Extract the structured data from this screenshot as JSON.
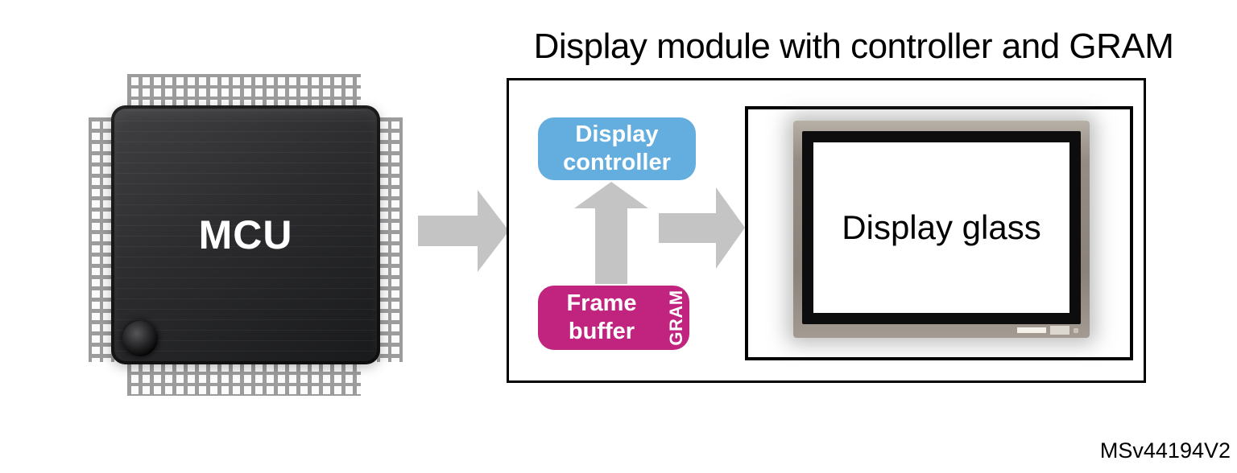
{
  "title": "Display module with controller and GRAM",
  "mcu": {
    "label": "MCU"
  },
  "module": {
    "controller_label": "Display controller",
    "frame_buffer_label": "Frame buffer",
    "gram_label": "GRAM",
    "display_glass_label": "Display glass"
  },
  "footer": {
    "reference": "MSv44194V2"
  },
  "icons": {
    "mcu_to_module": "arrow-right",
    "buffer_to_controller": "arrow-up",
    "module_to_glass": "arrow-right"
  },
  "colors": {
    "arrow_gray": "#c4c4c4",
    "controller_blue": "#64aedf",
    "frame_buffer_magenta": "#c1247f",
    "box_border": "#000000",
    "chip_body": "#2c2c2f"
  }
}
